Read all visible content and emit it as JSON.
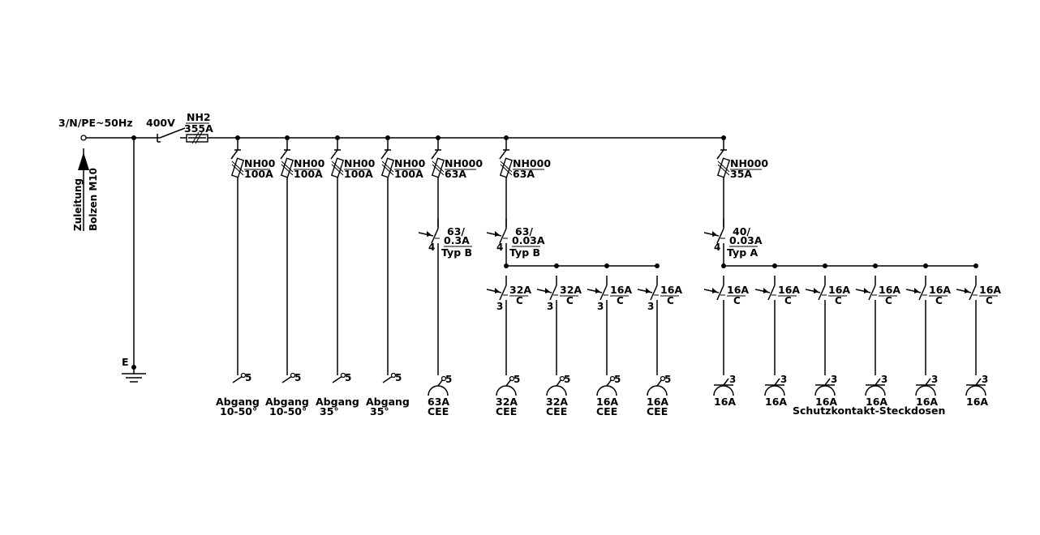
{
  "supply": {
    "label": "3/N/PE~50Hz",
    "voltage": "400V",
    "main_fuse_type": "NH2",
    "main_fuse_rating": "355A",
    "feed_label_1": "Zuleitung",
    "feed_label_2": "Bolzen M10",
    "earth_label": "E"
  },
  "fuse_branches": [
    {
      "fuse_type": "NH00",
      "fuse_rating": "100A",
      "terminal": "5",
      "label_1": "Abgang",
      "label_2": "10-50°"
    },
    {
      "fuse_type": "NH00",
      "fuse_rating": "100A",
      "terminal": "5",
      "label_1": "Abgang",
      "label_2": "10-50°"
    },
    {
      "fuse_type": "NH00",
      "fuse_rating": "100A",
      "terminal": "5",
      "label_1": "Abgang",
      "label_2": "35°"
    },
    {
      "fuse_type": "NH00",
      "fuse_rating": "100A",
      "terminal": "5",
      "label_1": "Abgang",
      "label_2": "35°"
    },
    {
      "fuse_type": "NH000",
      "fuse_rating": "63A",
      "rcd_rating": "63/",
      "rcd_sens": "0.3A",
      "rcd_type": "Typ B",
      "rcd_poles": "4",
      "terminal": "5",
      "label_1": "63A",
      "label_2": "CEE"
    },
    {
      "fuse_type": "NH000",
      "fuse_rating": "63A",
      "rcd_rating": "63/",
      "rcd_sens": "0.03A",
      "rcd_type": "Typ B",
      "rcd_poles": "4"
    },
    {
      "fuse_type": "NH000",
      "fuse_rating": "35A",
      "rcd_rating": "40/",
      "rcd_sens": "0.03A",
      "rcd_type": "Typ A",
      "rcd_poles": "4"
    }
  ],
  "cee_outlets": [
    {
      "mcb_rating": "32A",
      "mcb_char": "C",
      "poles": "3",
      "terminal": "5",
      "label_1": "32A",
      "label_2": "CEE"
    },
    {
      "mcb_rating": "32A",
      "mcb_char": "C",
      "poles": "3",
      "terminal": "5",
      "label_1": "32A",
      "label_2": "CEE"
    },
    {
      "mcb_rating": "16A",
      "mcb_char": "C",
      "poles": "3",
      "terminal": "5",
      "label_1": "16A",
      "label_2": "CEE"
    },
    {
      "mcb_rating": "16A",
      "mcb_char": "C",
      "poles": "3",
      "terminal": "5",
      "label_1": "16A",
      "label_2": "CEE"
    }
  ],
  "schuko_outlets": [
    {
      "mcb_rating": "16A",
      "mcb_char": "C",
      "terminal": "3",
      "label": "16A"
    },
    {
      "mcb_rating": "16A",
      "mcb_char": "C",
      "terminal": "3",
      "label": "16A"
    },
    {
      "mcb_rating": "16A",
      "mcb_char": "C",
      "terminal": "3",
      "label": "16A"
    },
    {
      "mcb_rating": "16A",
      "mcb_char": "C",
      "terminal": "3",
      "label": "16A"
    },
    {
      "mcb_rating": "16A",
      "mcb_char": "C",
      "terminal": "3",
      "label": "16A"
    },
    {
      "mcb_rating": "16A",
      "mcb_char": "C",
      "terminal": "3",
      "label": "16A"
    }
  ],
  "schuko_caption": "Schutzkontakt-Steckdosen"
}
